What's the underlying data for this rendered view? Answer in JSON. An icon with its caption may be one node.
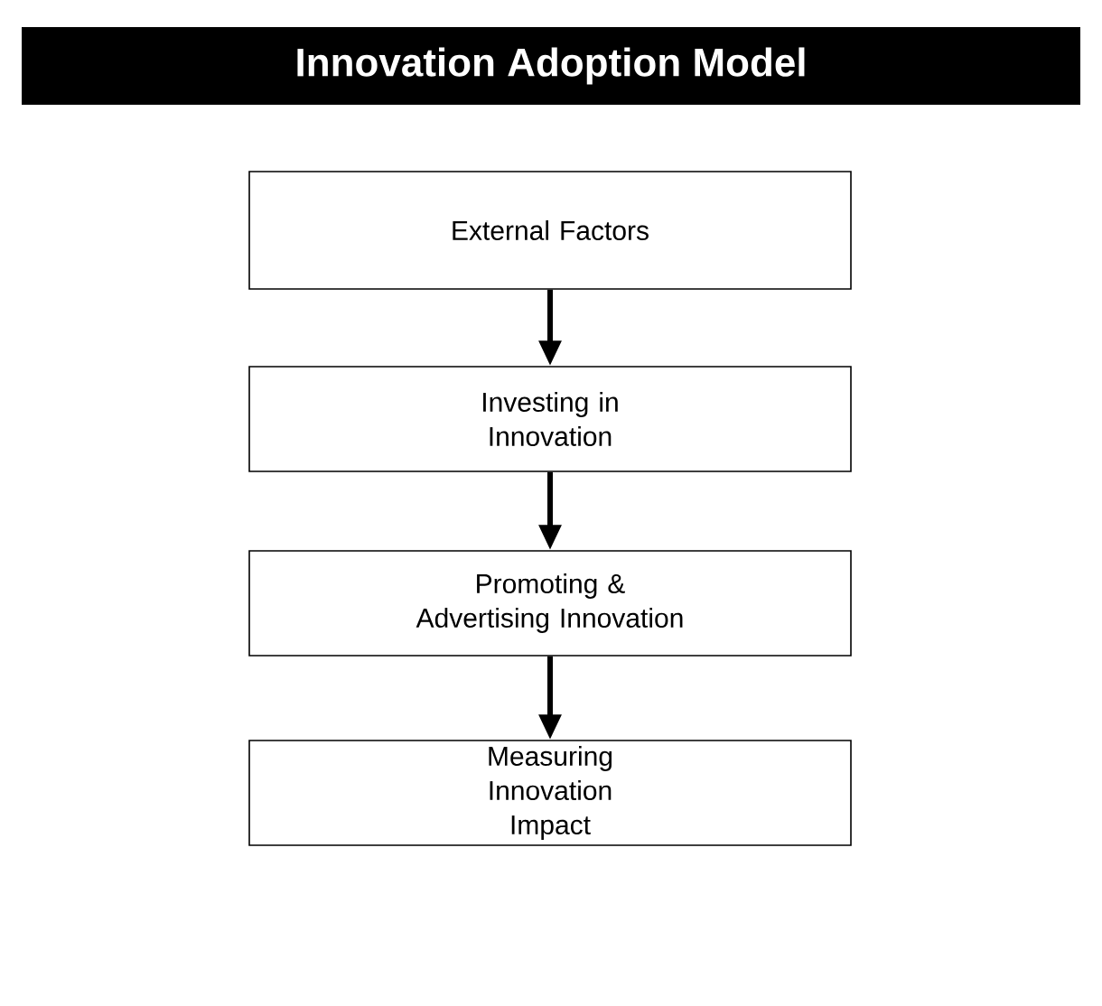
{
  "diagram": {
    "title": "Innovation Adoption Model",
    "nodes": [
      {
        "text": [
          "External Factors"
        ]
      },
      {
        "text": [
          "Investing in Innovation"
        ]
      },
      {
        "text": [
          "Promoting & Advertising Innovation"
        ]
      },
      {
        "text": [
          "Measuring Innovation Impact"
        ]
      }
    ],
    "edges": [
      {
        "from": 0,
        "to": 1,
        "arrow": "to"
      },
      {
        "from": 1,
        "to": 2,
        "arrow": "to"
      },
      {
        "from": 2,
        "to": 3,
        "arrow": "to"
      }
    ]
  }
}
